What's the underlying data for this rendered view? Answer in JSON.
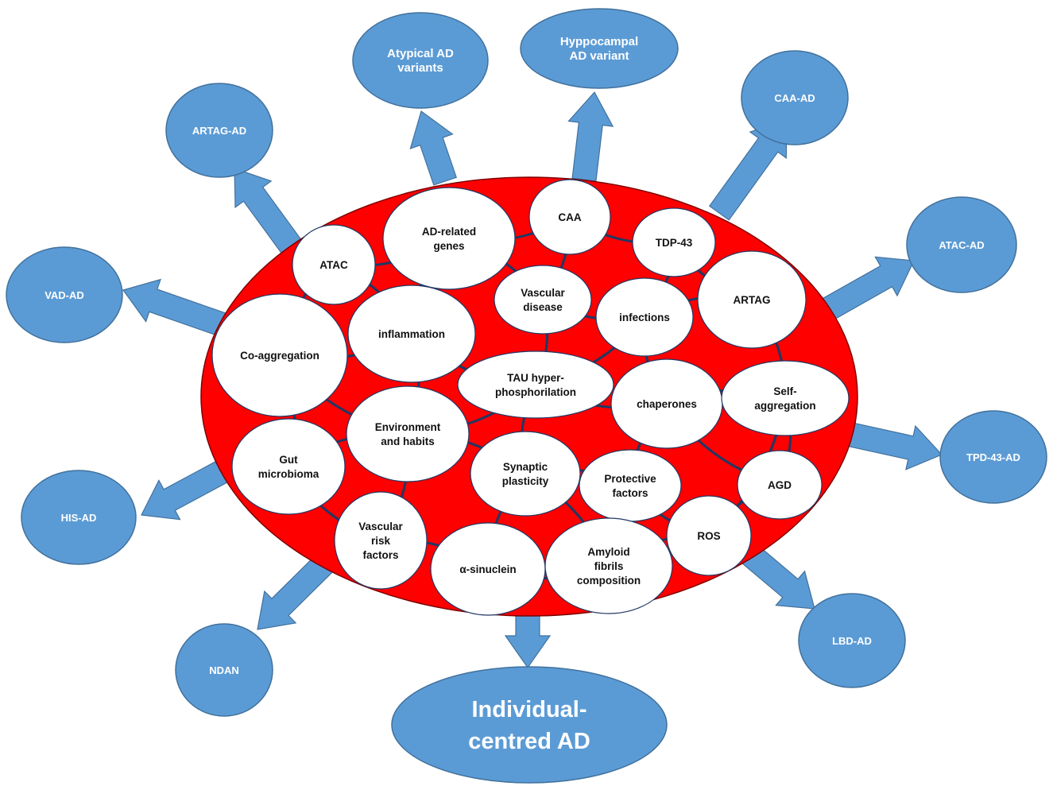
{
  "colors": {
    "core": "#ff0000",
    "outer": "#5b9bd5",
    "outer_stroke": "#41719c",
    "links": "#1f3864",
    "factor_fill": "#ffffff"
  },
  "center": {
    "factors": [
      "ATAC",
      "AD-related genes",
      "CAA",
      "TDP-43",
      "ARTAG",
      "Vascular disease",
      "infections",
      "inflammation",
      "Co-aggregation",
      "TAU hyper-phosphorilation",
      "chaperones",
      "Self-aggregation",
      "Environment and habits",
      "Gut microbioma",
      "Synaptic plasticity",
      "Protective factors",
      "AGD",
      "Vascular risk factors",
      "α-sinuclein",
      "Amyloid fibrils composition",
      "ROS"
    ]
  },
  "outcomes": [
    "Atypical AD variants",
    "Hyppocampal AD variant",
    "CAA-AD",
    "ARTAG-AD",
    "ATAC-AD",
    "VAD-AD",
    "TPD-43-AD",
    "HIS-AD",
    "LBD-AD",
    "NDAN",
    "Individual-centred AD"
  ]
}
